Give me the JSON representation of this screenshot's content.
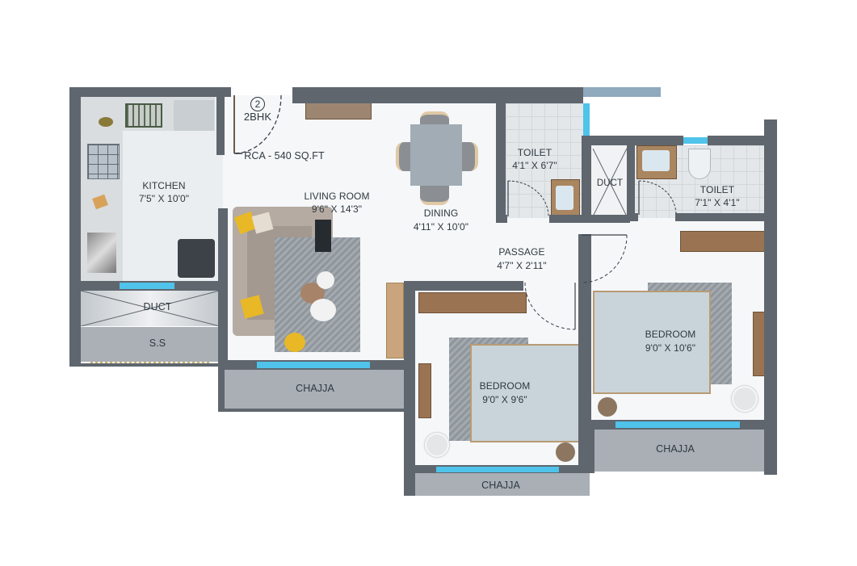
{
  "plan": {
    "unit_number": "2",
    "unit_type": "2BHK",
    "carpet_area": "RCA - 540 SQ.FT"
  },
  "rooms": {
    "kitchen": {
      "name": "KITCHEN",
      "size": "7'5\" X 10'0\""
    },
    "living_room": {
      "name": "LIVING ROOM",
      "size": "9'6\" X 14'3\""
    },
    "dining": {
      "name": "DINING",
      "size": "4'11\" X 10'0\""
    },
    "toilet_1": {
      "name": "TOILET",
      "size": "4'1\" X 6'7\""
    },
    "toilet_2": {
      "name": "TOILET",
      "size": "7'1\" X 4'1\""
    },
    "passage": {
      "name": "PASSAGE",
      "size": "4'7\" X 2'11\""
    },
    "bedroom_1": {
      "name": "BEDROOM",
      "size": "9'0\" X 10'6\""
    },
    "bedroom_2": {
      "name": "BEDROOM",
      "size": "9'0\" X 9'6\""
    }
  },
  "utility": {
    "duct_1": "DUCT",
    "duct_2": "DUCT",
    "service_shaft": "S.S",
    "chajja_living": "CHAJJA",
    "chajja_bedroom_2": "CHAJJA",
    "chajja_bedroom_1": "CHAJJA"
  },
  "colors": {
    "wall": "#5f666e",
    "window": "#4fc3ea",
    "slab": "#a9afb5",
    "floor": "#f5f7f9"
  }
}
